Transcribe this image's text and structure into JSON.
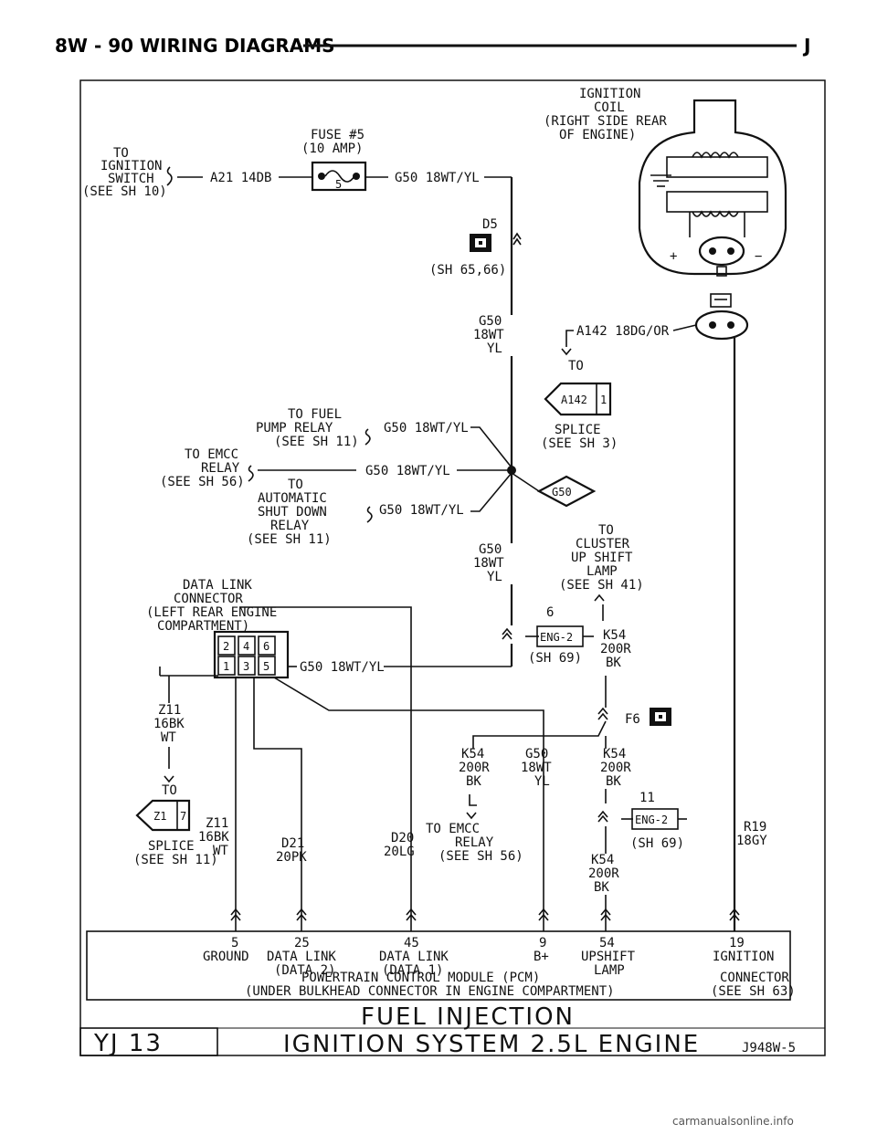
{
  "header": {
    "left": "8W - 90 WIRING DIAGRAMS",
    "right": "J"
  },
  "coil": {
    "l1": "IGNITION",
    "l2": "COIL",
    "l3": "(RIGHT SIDE REAR",
    "l4": "OF ENGINE)",
    "plus": "+",
    "minus": "−"
  },
  "fuse": {
    "l1": "FUSE #5",
    "l2": "(10 AMP)",
    "num": "5"
  },
  "ign_switch": {
    "l1": "TO",
    "l2": "IGNITION",
    "l3": "SWITCH",
    "l4": "(SEE SH 10)",
    "wire": "A21 14DB"
  },
  "g50_top": "G50 18WT/YL",
  "d5": {
    "label": "D5",
    "ref": "(SH 65,66)"
  },
  "g50_vert": {
    "l1": "G50",
    "l2": "18WT",
    "l3": "YL"
  },
  "a142": {
    "wire": "A142 18DG/OR",
    "to": "TO",
    "tag": "A142",
    "num": "1",
    "splice": "SPLICE",
    "ref": "(SEE SH 3)"
  },
  "fuel_pump": {
    "l1": "TO FUEL",
    "l2": "PUMP RELAY",
    "l3": "(SEE SH 11)",
    "wire": "G50 18WT/YL"
  },
  "emcc": {
    "l1": "TO EMCC",
    "l2": "RELAY",
    "l3": "(SEE SH 56)",
    "wire": "G50 18WT/YL"
  },
  "asd": {
    "l1": "TO",
    "l2": "AUTOMATIC",
    "l3": "SHUT DOWN",
    "l4": "RELAY",
    "l5": "(SEE SH 11)",
    "wire": "G50 18WT/YL"
  },
  "g50_diamond": "G50",
  "g50_mid": {
    "l1": "G50",
    "l2": "18WT",
    "l3": "YL"
  },
  "cluster": {
    "l1": "TO",
    "l2": "CLUSTER",
    "l3": "UP SHIFT",
    "l4": "LAMP",
    "l5": "(SEE SH 41)"
  },
  "dlc": {
    "l1": "DATA LINK",
    "l2": "CONNECTOR",
    "l3": "(LEFT REAR ENGINE",
    "l4": "COMPARTMENT)",
    "pins": [
      "2",
      "4",
      "6",
      "1",
      "3",
      "5"
    ],
    "wire": "G50 18WT/YL"
  },
  "eng2_top": {
    "pin": "6",
    "label": "ENG-2",
    "ref": "(SH 69)"
  },
  "k54_top": {
    "l1": "K54",
    "l2": "200R",
    "l3": "BK"
  },
  "f6": "F6",
  "z11_left": {
    "l1": "Z11",
    "l2": "16BK",
    "l3": "WT",
    "to": "TO",
    "tag": "Z1",
    "num": "7",
    "splice": "SPLICE",
    "ref": "(SEE SH 11)"
  },
  "z11_pin": {
    "l1": "Z11",
    "l2": "16BK",
    "l3": "WT"
  },
  "d21": {
    "l1": "D21",
    "l2": "20PK"
  },
  "d20": {
    "l1": "D20",
    "l2": "20LG"
  },
  "k54_mid": {
    "l1": "K54",
    "l2": "200R",
    "l3": "BK"
  },
  "g50_low": {
    "l1": "G50",
    "l2": "18WT",
    "l3": "YL"
  },
  "emcc2": {
    "to": "TO EMCC",
    "l2": "RELAY",
    "l3": "(SEE SH 56)"
  },
  "k54_right": {
    "l1": "K54",
    "l2": "200R",
    "l3": "BK"
  },
  "eng2_bot": {
    "pin": "11",
    "label": "ENG-2",
    "ref": "(SH 69)"
  },
  "k54_low": {
    "l1": "K54",
    "l2": "200R",
    "l3": "BK"
  },
  "r19": {
    "l1": "R19",
    "l2": "18GY"
  },
  "pcm": {
    "pins": [
      {
        "num": "5",
        "l1": "GROUND",
        "l2": ""
      },
      {
        "num": "25",
        "l1": "DATA LINK",
        "l2": "(DATA 2)"
      },
      {
        "num": "45",
        "l1": "DATA LINK",
        "l2": "(DATA 1)"
      },
      {
        "num": "9",
        "l1": "B+",
        "l2": ""
      },
      {
        "num": "54",
        "l1": "UPSHIFT",
        "l2": "LAMP"
      },
      {
        "num": "19",
        "l1": "IGNITION",
        "l2": ""
      }
    ],
    "title": "POWERTRAIN CONTROL MODULE (PCM)",
    "sub": "(UNDER BULKHEAD CONNECTOR IN ENGINE COMPARTMENT)",
    "conn_l1": "CONNECTOR",
    "conn_l2": "(SEE SH 63)"
  },
  "title_block": {
    "model": "YJ 13",
    "l1": "FUEL INJECTION",
    "l2": "IGNITION SYSTEM 2.5L ENGINE",
    "code": "J948W-5"
  },
  "watermark": "carmanualsonline.info"
}
